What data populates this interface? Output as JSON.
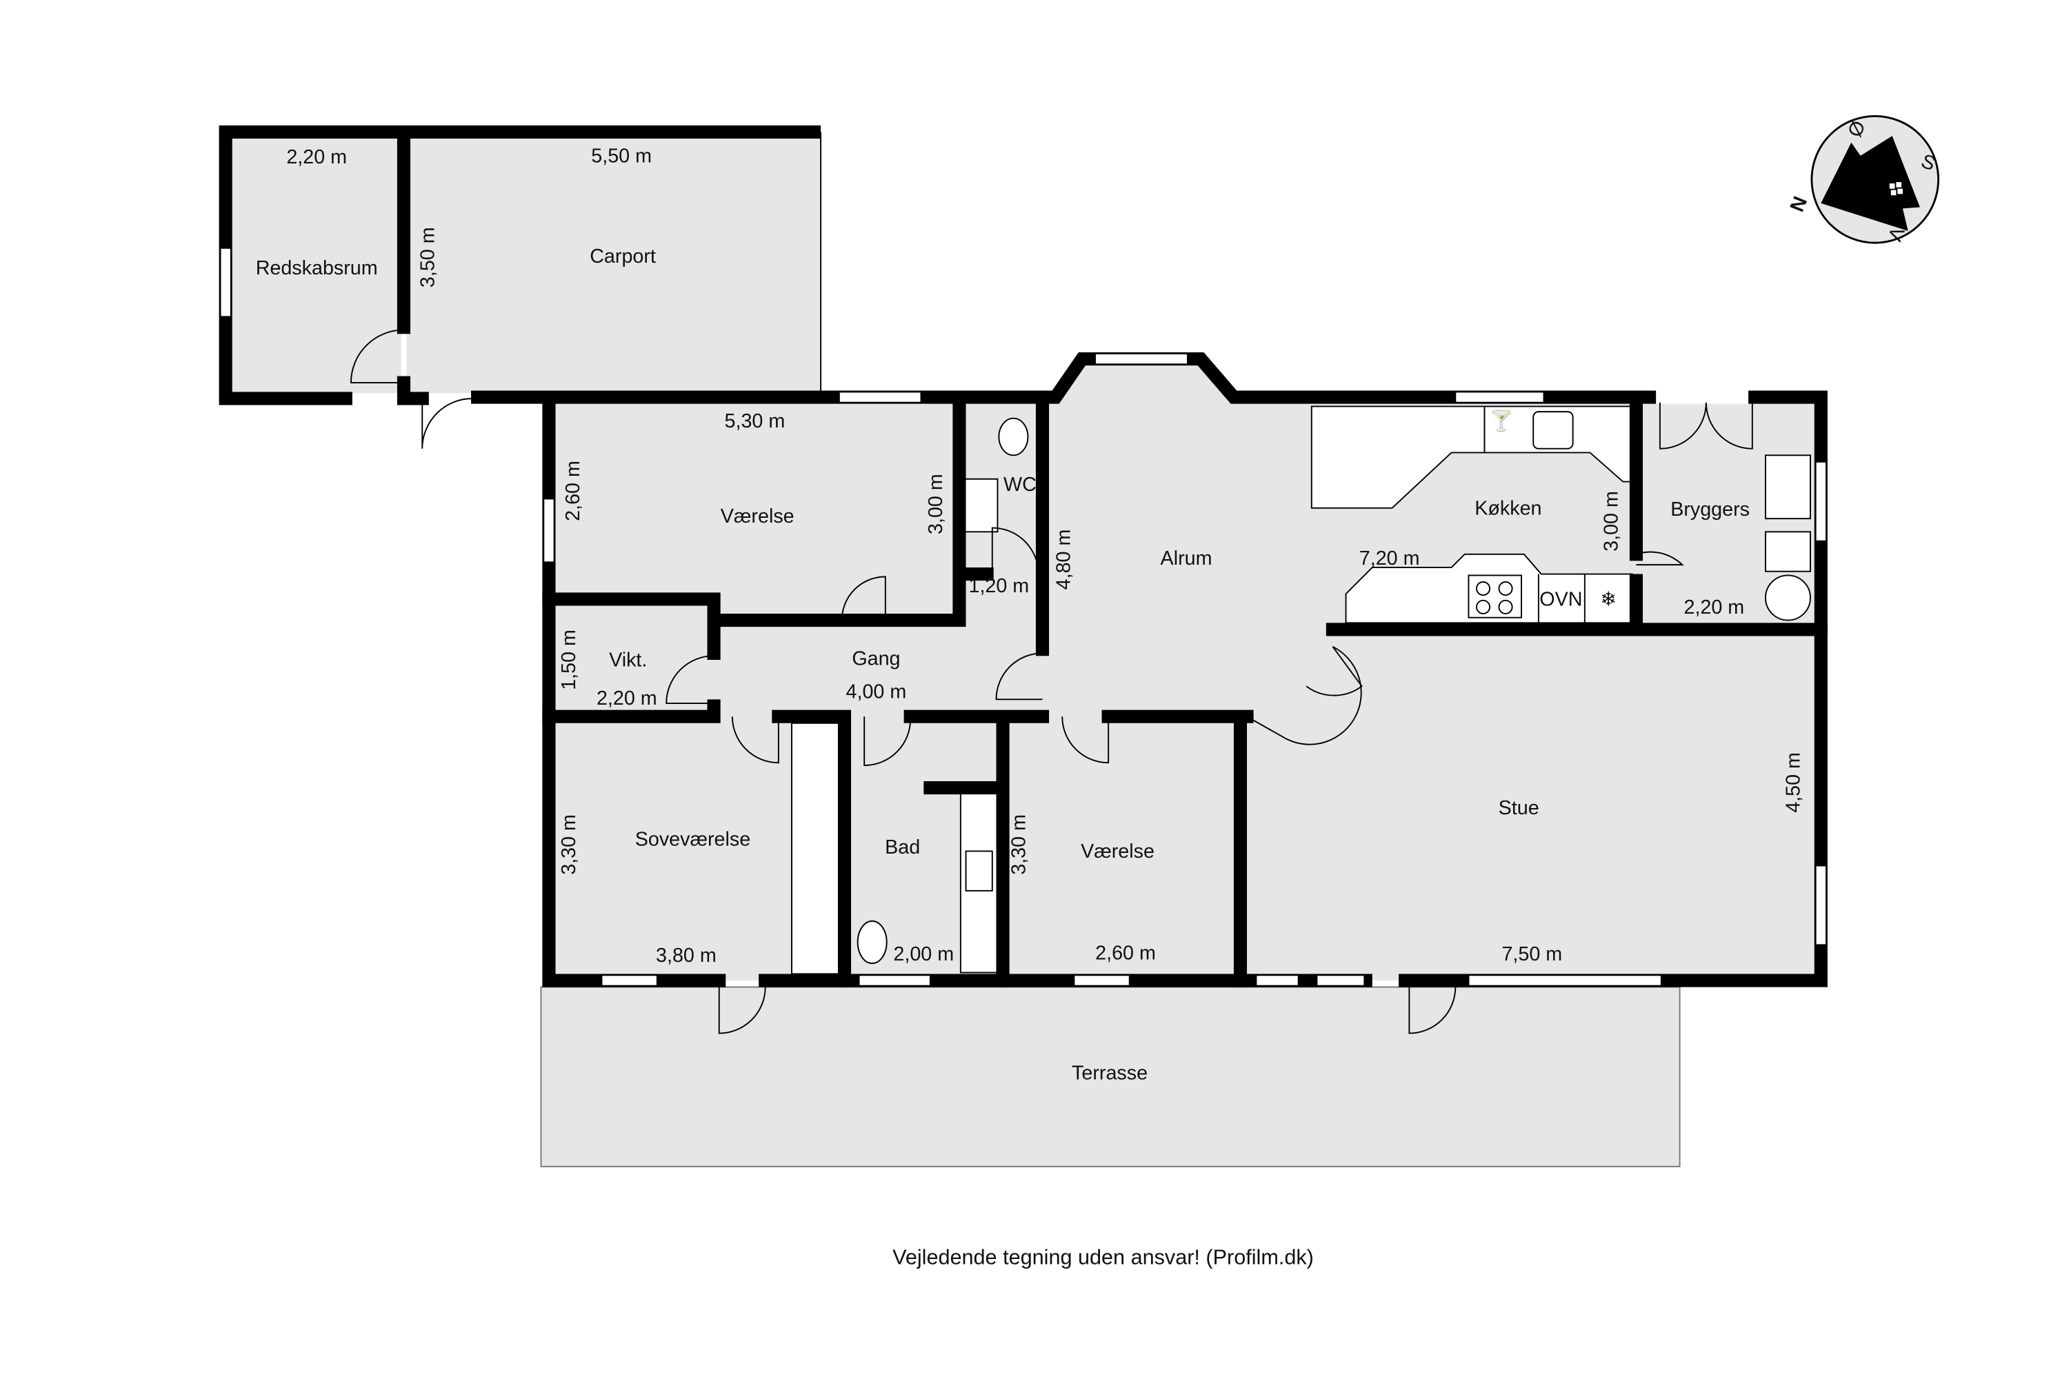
{
  "rooms": {
    "redskabsrum": {
      "name": "Redskabsrum",
      "width": "2,20 m",
      "depth": "3,50 m"
    },
    "carport": {
      "name": "Carport",
      "width": "5,50 m"
    },
    "vaerelse1": {
      "name": "Værelse",
      "width": "5,30 m",
      "depth": "2,60 m",
      "side": "3,00 m"
    },
    "wc": {
      "name": "WC",
      "width": "1,20 m"
    },
    "alrum": {
      "name": "Alrum",
      "depth": "4,80 m"
    },
    "koekken": {
      "name": "Køkken",
      "width": "7,20 m",
      "depth": "3,00 m",
      "oven": "OVN"
    },
    "bryggers": {
      "name": "Bryggers",
      "width": "2,20 m"
    },
    "vikt": {
      "name": "Vikt.",
      "width": "2,20 m",
      "depth": "1,50 m"
    },
    "gang": {
      "name": "Gang",
      "width": "4,00 m"
    },
    "sovevaerelse": {
      "name": "Soveværelse",
      "width": "3,80 m",
      "depth": "3,30 m"
    },
    "bad": {
      "name": "Bad",
      "width": "2,00 m"
    },
    "vaerelse2": {
      "name": "Værelse",
      "width": "2,60 m",
      "depth": "3,30 m"
    },
    "stue": {
      "name": "Stue",
      "width": "7,50 m",
      "depth": "4,50 m"
    },
    "terrasse": {
      "name": "Terrasse"
    }
  },
  "compass": {
    "labels": [
      "N",
      "Ø",
      "S",
      "V"
    ],
    "icon": "house-compass-icon"
  },
  "footer": {
    "disclaimer": "Vejledende tegning uden ansvar! (Profilm.dk)"
  },
  "colors": {
    "floor": "#e6e6e6",
    "wall": "#000000"
  }
}
